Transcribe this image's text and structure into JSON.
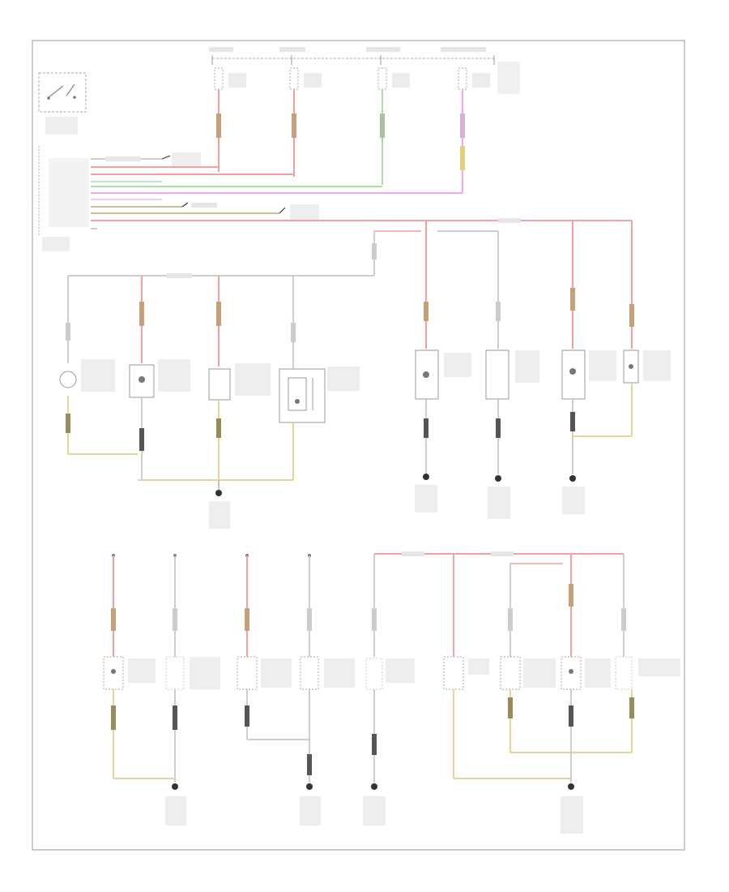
{
  "diagram": {
    "footer_code": "",
    "colors": {
      "frame": "#999999",
      "wire_gray": "#bdbdbd",
      "wire_red": "#f2a0a0",
      "wire_green": "#a8e0a0",
      "wire_pink": "#f0a8f0",
      "wire_yellow": "#e8d49a",
      "wire_tan": "#c9c19e",
      "text": "#666666",
      "ground": "#333333"
    },
    "top_fuses": [
      {
        "id": "fuse-1",
        "label": "",
        "wire": "red"
      },
      {
        "id": "fuse-2",
        "label": "",
        "wire": "red"
      },
      {
        "id": "fuse-3",
        "label": "",
        "wire": "green"
      },
      {
        "id": "fuse-4",
        "label": "",
        "wire": "pink"
      }
    ],
    "control_module": {
      "label": "",
      "footer_label": ""
    },
    "connector_pins": 10,
    "components_row1": [
      {
        "id": "lamp-1",
        "wire": "gray"
      },
      {
        "id": "lamp-2",
        "wire": "red"
      },
      {
        "id": "lamp-3",
        "wire": "red"
      },
      {
        "id": "switch-4",
        "wire": "gray"
      },
      {
        "id": "lamp-5",
        "wire": "red"
      },
      {
        "id": "lamp-6",
        "wire": "gray"
      },
      {
        "id": "lamp-7",
        "wire": "red"
      },
      {
        "id": "lamp-8",
        "wire": "red"
      }
    ],
    "components_row2": [
      {
        "id": "lamp-9",
        "wire": "red"
      },
      {
        "id": "lamp-10",
        "wire": "gray"
      },
      {
        "id": "lamp-11",
        "wire": "red"
      },
      {
        "id": "lamp-12",
        "wire": "gray"
      },
      {
        "id": "lamp-13",
        "wire": "gray"
      },
      {
        "id": "lamp-14",
        "wire": "red"
      },
      {
        "id": "lamp-15",
        "wire": "gray"
      },
      {
        "id": "lamp-16",
        "wire": "red"
      },
      {
        "id": "lamp-17",
        "wire": "gray"
      }
    ],
    "grounds": [
      {
        "id": "ground-1"
      },
      {
        "id": "ground-2"
      },
      {
        "id": "ground-3"
      },
      {
        "id": "ground-4"
      },
      {
        "id": "ground-5"
      },
      {
        "id": "ground-6"
      },
      {
        "id": "ground-7"
      },
      {
        "id": "ground-8"
      }
    ]
  }
}
